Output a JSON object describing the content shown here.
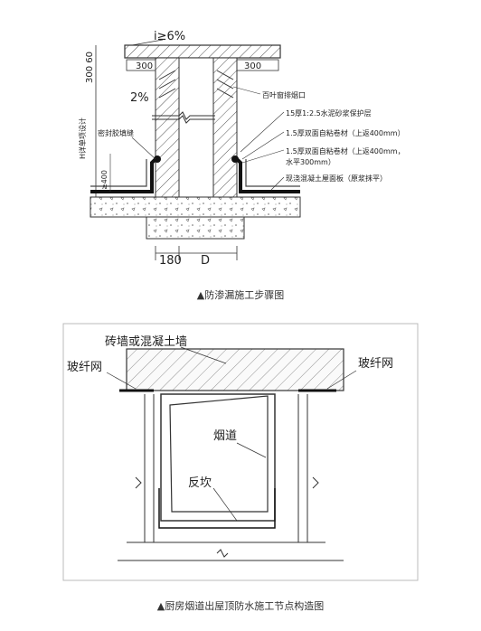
{
  "figure1": {
    "slope_top": "i≥6%",
    "dim_300_left": "300",
    "dim_300_right": "300",
    "slope_2": "2%",
    "vert_dims": "300 60",
    "h_label": "H详单项设计",
    "ge400": "≥400",
    "sealant_label": "密封胶填缝",
    "dim_180": "180",
    "dim_D": "D",
    "callouts": [
      "百叶窗排烟口",
      "15厚1:2.5水泥砂浆保护层",
      "1.5厚双面自粘卷材（上返400mm）",
      "1.5厚双面自粘卷材（上返400mm，",
      "水平300mm）",
      "现浇混凝土屋面板（原浆抹平）"
    ]
  },
  "caption1": "▲防渗漏施工步骤图",
  "figure2": {
    "wall_label": "砖墙或混凝土墙",
    "mesh_left": "玻纤网",
    "mesh_right": "玻纤网",
    "flue_label": "烟道",
    "fankan_label": "反坎"
  },
  "caption2": "▲厨房烟道出屋顶防水施工节点构造图"
}
